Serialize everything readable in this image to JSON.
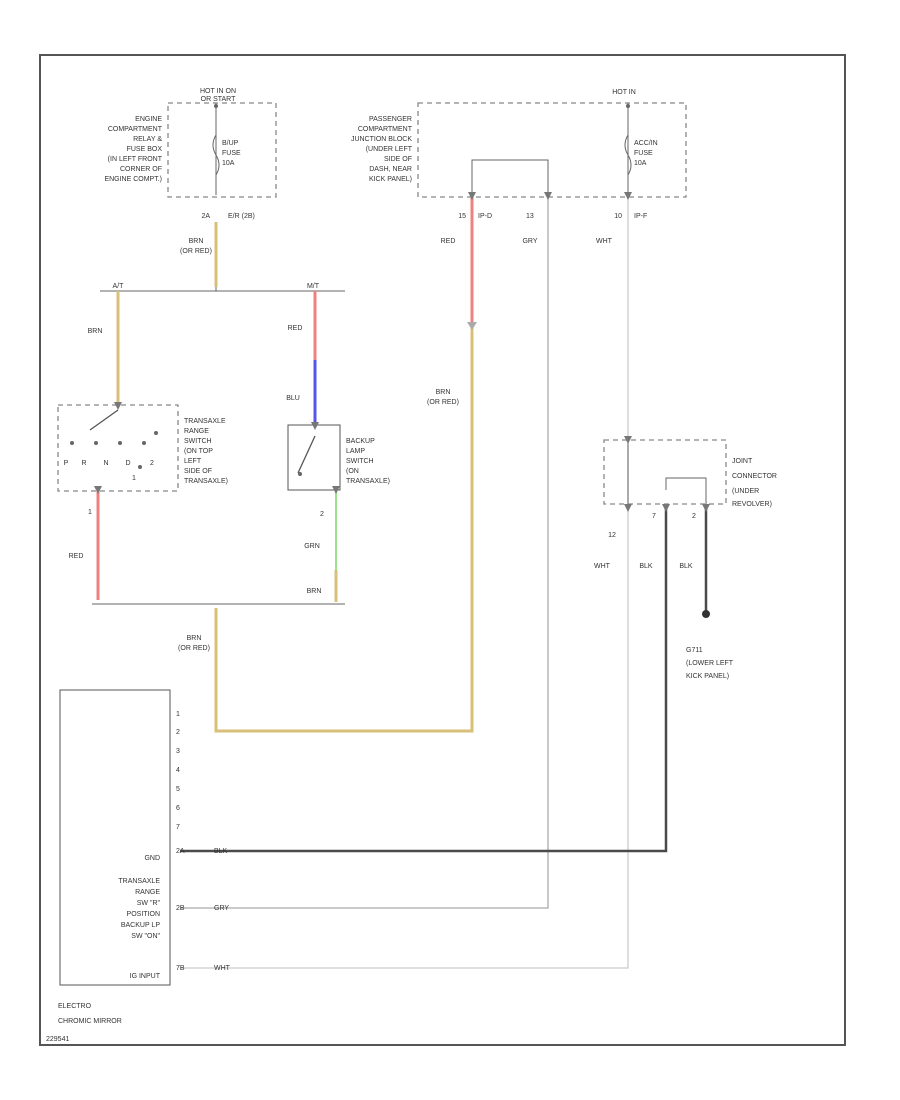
{
  "diagram_id": "229541",
  "colors": {
    "brn": "#d8c07a",
    "red": "#f08080",
    "blu": "#5555ee",
    "grn": "#99e28a",
    "blk": "#4a4a4a",
    "gry": "#aaaaaa",
    "wht": "#cccccc"
  },
  "engine_fusebox": {
    "hot_label": [
      "HOT IN ON",
      "OR START"
    ],
    "name_lines": [
      "ENGINE",
      "COMPARTMENT",
      "RELAY &",
      "FUSE BOX",
      "(IN LEFT FRONT",
      "CORNER OF",
      "ENGINE COMPT.)"
    ],
    "fuse_lines": [
      "B/UP",
      "FUSE",
      "10A"
    ],
    "pin": "2A",
    "connector": "E/R (2B)"
  },
  "passenger_junction": {
    "name_lines": [
      "PASSENGER",
      "COMPARTMENT",
      "JUNCTION BLOCK",
      "(UNDER LEFT",
      "SIDE OF",
      "DASH, NEAR",
      "KICK PANEL)"
    ],
    "hot_label": "HOT IN",
    "fuse_lines": [
      "ACC/IN",
      "FUSE",
      "10A"
    ],
    "pin_red": "15",
    "conn_red": "IP-D",
    "pin_gry": "13",
    "pin_wht": "10",
    "conn_wht": "IP-F"
  },
  "wires": {
    "brn_or_red": [
      "BRN",
      "(OR RED)"
    ],
    "red": "RED",
    "gry": "GRY",
    "wht": "WHT",
    "brn": "BRN",
    "blu": "BLU",
    "grn": "GRN",
    "blk": "BLK"
  },
  "splice_labels": [
    "A/T",
    "M/T"
  ],
  "range_switch": {
    "name_lines": [
      "TRANSAXLE",
      "RANGE",
      "SWITCH",
      "(ON TOP",
      "LEFT",
      "SIDE OF",
      "TRANSAXLE)"
    ],
    "positions": [
      "P",
      "R",
      "N",
      "D",
      "2",
      "1"
    ],
    "pin_bottom": "1"
  },
  "backup_switch": {
    "name_lines": [
      "BACKUP",
      "LAMP",
      "SWITCH",
      "(ON",
      "TRANSAXLE)"
    ],
    "pin_bottom": "2"
  },
  "joint_connector": {
    "name_lines": [
      "JOINT",
      "CONNECTOR",
      "(UNDER",
      "REVOLVER)"
    ],
    "pins": [
      "12",
      "7",
      "2"
    ],
    "wire_labels": [
      "WHT",
      "BLK",
      "BLK"
    ]
  },
  "ground": {
    "name_lines": [
      "G711",
      "(LOWER LEFT",
      "KICK PANEL)"
    ]
  },
  "mirror": {
    "name_lines": [
      "ELECTRO",
      "CHROMIC MIRROR"
    ],
    "pins": [
      "1",
      "2",
      "3",
      "4",
      "5",
      "6",
      "7"
    ],
    "gnd_label": "GND",
    "gnd_pin": "2A",
    "range_lines": [
      "TRANSAXLE",
      "RANGE",
      "SW \"R\"",
      "POSITION",
      "BACKUP LP",
      "SW \"ON\""
    ],
    "range_pin": "2B",
    "ig_label": "IG INPUT",
    "ig_pin": "7B"
  }
}
